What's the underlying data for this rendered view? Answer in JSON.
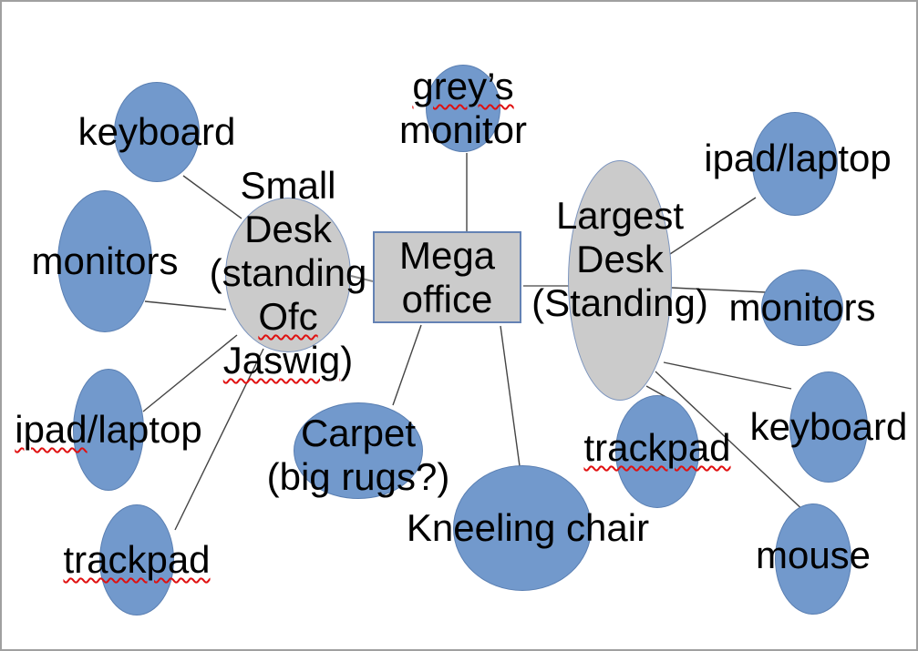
{
  "diagram": {
    "type": "mind-map",
    "colors": {
      "leaf_fill": "#7299cc",
      "leaf_border": "#5a7fb2",
      "hub_fill": "#cbcbcb",
      "hub_border": "#7b94be",
      "center_fill": "#cbcbcb",
      "center_border": "#6482b4",
      "connector": "#444444",
      "connector_stub": "#8a8a8a",
      "text": "#000000",
      "spellcheck_underline": "#e01010",
      "page_border": "#a0a0a0",
      "background": "#ffffff"
    },
    "nodes": [
      {
        "id": "mega-office",
        "role": "center",
        "shape": "rectangle",
        "label": "Mega office",
        "lines": [
          [
            {
              "t": "Mega"
            }
          ],
          [
            {
              "t": "office"
            }
          ]
        ]
      },
      {
        "id": "greys-monitor",
        "role": "leaf",
        "shape": "ellipse",
        "label": "grey’s monitor",
        "lines": [
          [
            {
              "t": "grey’s",
              "sp": true
            }
          ],
          [
            {
              "t": "monitor"
            }
          ]
        ]
      },
      {
        "id": "small-desk",
        "role": "hub",
        "shape": "ellipse",
        "label": "Small Desk (standing Ofc Jaswig)",
        "lines": [
          [
            {
              "t": "Small"
            }
          ],
          [
            {
              "t": "Desk"
            }
          ],
          [
            {
              "t": "(standing"
            }
          ],
          [
            {
              "t": "Ofc",
              "sp": true
            }
          ],
          [
            {
              "t": "Jaswig",
              "sp": true
            },
            {
              "t": ")"
            }
          ]
        ]
      },
      {
        "id": "largest-desk",
        "role": "hub",
        "shape": "ellipse",
        "label": "Largest Desk (Standing)",
        "lines": [
          [
            {
              "t": "Largest"
            }
          ],
          [
            {
              "t": "Desk"
            }
          ],
          [
            {
              "t": "(Standing)"
            }
          ]
        ]
      },
      {
        "id": "keyboard-left",
        "role": "leaf",
        "shape": "ellipse",
        "label": "keyboard",
        "lines": [
          [
            {
              "t": "keyboard"
            }
          ]
        ]
      },
      {
        "id": "monitors-left",
        "role": "leaf",
        "shape": "ellipse",
        "label": "monitors",
        "lines": [
          [
            {
              "t": "monitors"
            }
          ]
        ]
      },
      {
        "id": "ipad-laptop-left",
        "role": "leaf",
        "shape": "ellipse",
        "label": "ipad/laptop",
        "lines": [
          [
            {
              "t": "ipad",
              "sp": true
            },
            {
              "t": "/laptop"
            }
          ]
        ]
      },
      {
        "id": "trackpad-left",
        "role": "leaf",
        "shape": "ellipse",
        "label": "trackpad",
        "lines": [
          [
            {
              "t": "trackpad",
              "sp": true
            }
          ]
        ]
      },
      {
        "id": "carpet",
        "role": "leaf",
        "shape": "ellipse",
        "label": "Carpet (big rugs?)",
        "lines": [
          [
            {
              "t": "Carpet"
            }
          ],
          [
            {
              "t": "(big rugs?)"
            }
          ]
        ]
      },
      {
        "id": "kneeling-chair",
        "role": "leaf",
        "shape": "ellipse",
        "label": "Kneeling chair",
        "lines": [
          [
            {
              "t": "Kneeling chair"
            }
          ]
        ]
      },
      {
        "id": "ipad-laptop-right",
        "role": "leaf",
        "shape": "ellipse",
        "label": "ipad/laptop",
        "lines": [
          [
            {
              "t": "ipad/laptop"
            }
          ]
        ]
      },
      {
        "id": "monitors-right",
        "role": "leaf",
        "shape": "ellipse",
        "label": "monitors",
        "lines": [
          [
            {
              "t": "monitors"
            }
          ]
        ]
      },
      {
        "id": "keyboard-right",
        "role": "leaf",
        "shape": "ellipse",
        "label": "keyboard",
        "lines": [
          [
            {
              "t": "keyboard"
            }
          ]
        ]
      },
      {
        "id": "trackpad-right",
        "role": "leaf",
        "shape": "ellipse",
        "label": "trackpad",
        "lines": [
          [
            {
              "t": "trackpad",
              "sp": true
            }
          ]
        ]
      },
      {
        "id": "mouse",
        "role": "leaf",
        "shape": "ellipse",
        "label": "mouse",
        "lines": [
          [
            {
              "t": "mouse"
            }
          ]
        ]
      }
    ],
    "edges": [
      {
        "from": "mega-office",
        "to": "greys-monitor"
      },
      {
        "from": "mega-office",
        "to": "small-desk"
      },
      {
        "from": "mega-office",
        "to": "largest-desk"
      },
      {
        "from": "mega-office",
        "to": "carpet"
      },
      {
        "from": "mega-office",
        "to": "kneeling-chair"
      },
      {
        "from": "small-desk",
        "to": "keyboard-left"
      },
      {
        "from": "small-desk",
        "to": "monitors-left"
      },
      {
        "from": "small-desk",
        "to": "ipad-laptop-left"
      },
      {
        "from": "small-desk",
        "to": "trackpad-left"
      },
      {
        "from": "largest-desk",
        "to": "ipad-laptop-right"
      },
      {
        "from": "largest-desk",
        "to": "monitors-right"
      },
      {
        "from": "largest-desk",
        "to": "keyboard-right"
      },
      {
        "from": "largest-desk",
        "to": "trackpad-right"
      },
      {
        "from": "largest-desk",
        "to": "mouse"
      }
    ]
  }
}
